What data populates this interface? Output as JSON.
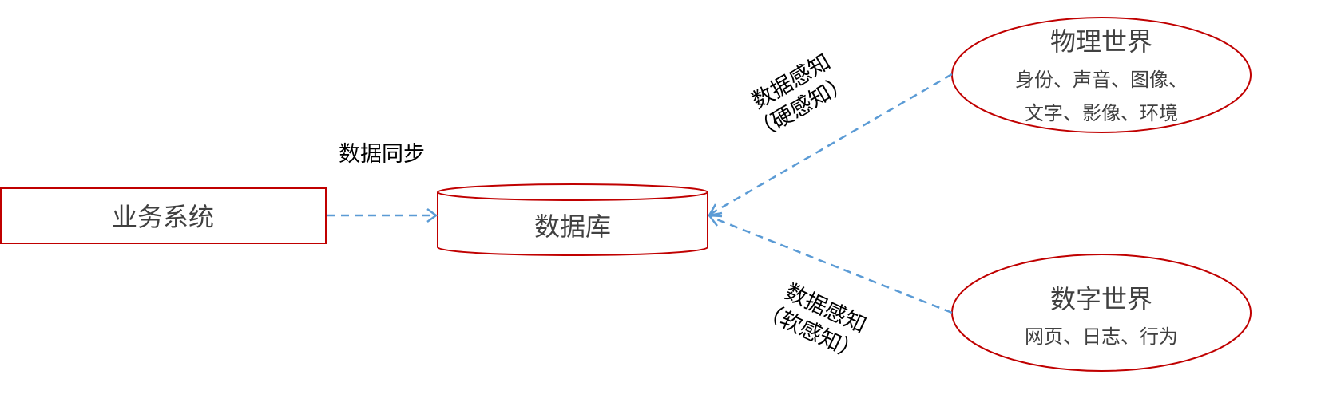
{
  "nodes": {
    "business_system": "业务系统",
    "database": "数据库",
    "physical_world": {
      "title": "物理世界",
      "line1": "身份、声音、图像、",
      "line2": "文字、影像、环境"
    },
    "digital_world": {
      "title": "数字世界",
      "line1": "网页、日志、行为"
    }
  },
  "edges": {
    "sync": "数据同步",
    "hard": {
      "line1": "数据感知",
      "line2": "（硬感知）"
    },
    "soft": {
      "line1": "数据感知",
      "line2": "（软感知）"
    }
  },
  "colors": {
    "node_stroke": "#c00000",
    "arrow": "#5b9bd5"
  }
}
